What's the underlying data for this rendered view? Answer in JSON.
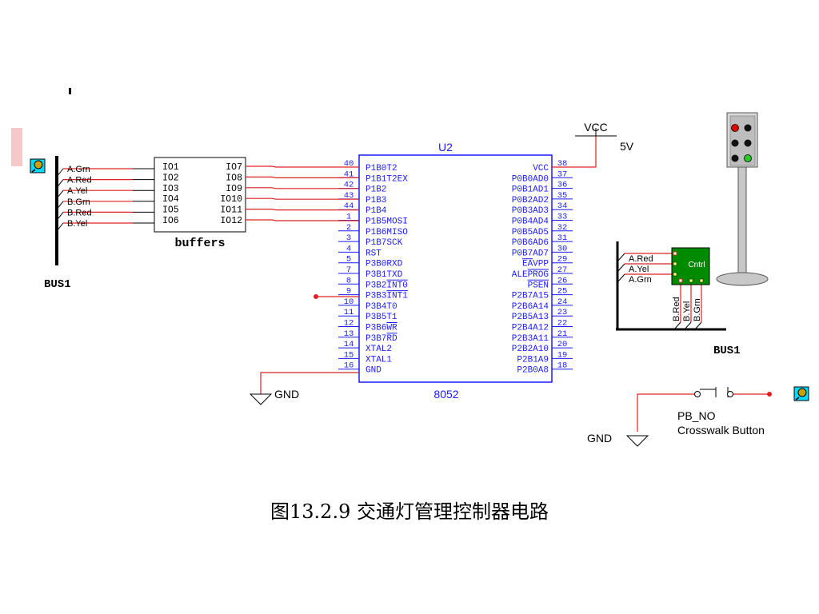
{
  "caption": "图13.2.9 交通灯管理控制器电路",
  "bus_left": {
    "label": "BUS1",
    "signals": [
      "A.Grn",
      "A.Red",
      "A.Yel",
      "B.Grn",
      "B.Red",
      "B.Yel"
    ]
  },
  "buffers": {
    "label": "buffers",
    "left_pins": [
      "IO1",
      "IO2",
      "IO3",
      "IO4",
      "IO5",
      "IO6"
    ],
    "right_pins": [
      "IO7",
      "IO8",
      "IO9",
      "IO10",
      "IO11",
      "IO12"
    ]
  },
  "mcu": {
    "ref": "U2",
    "part": "8052",
    "left_pins": [
      {
        "num": "40",
        "name": "P1B0T2"
      },
      {
        "num": "41",
        "name": "P1B1T2EX"
      },
      {
        "num": "42",
        "name": "P1B2"
      },
      {
        "num": "43",
        "name": "P1B3"
      },
      {
        "num": "44",
        "name": "P1B4"
      },
      {
        "num": "1",
        "name": "P1B5MOSI"
      },
      {
        "num": "2",
        "name": "P1B6MISO"
      },
      {
        "num": "3",
        "name": "P1B7SCK"
      },
      {
        "num": "4",
        "name": "RST"
      },
      {
        "num": "5",
        "name": "P3B0RXD"
      },
      {
        "num": "7",
        "name": "P3B1TXD"
      },
      {
        "num": "8",
        "name": "P3B2INT0"
      },
      {
        "num": "9",
        "name": "P3B3INT1"
      },
      {
        "num": "10",
        "name": "P3B4T0"
      },
      {
        "num": "11",
        "name": "P3B5T1"
      },
      {
        "num": "12",
        "name": "P3B6WR"
      },
      {
        "num": "13",
        "name": "P3B7RD"
      },
      {
        "num": "14",
        "name": "XTAL2"
      },
      {
        "num": "15",
        "name": "XTAL1"
      },
      {
        "num": "16",
        "name": "GND"
      }
    ],
    "right_pins": [
      {
        "num": "38",
        "name": "VCC"
      },
      {
        "num": "37",
        "name": "P0B0AD0"
      },
      {
        "num": "36",
        "name": "P0B1AD1"
      },
      {
        "num": "35",
        "name": "P0B2AD2"
      },
      {
        "num": "34",
        "name": "P0B3AD3"
      },
      {
        "num": "33",
        "name": "P0B4AD4"
      },
      {
        "num": "32",
        "name": "P0B5AD5"
      },
      {
        "num": "31",
        "name": "P0B6AD6"
      },
      {
        "num": "30",
        "name": "P0B7AD7"
      },
      {
        "num": "29",
        "name": "EAVPP"
      },
      {
        "num": "27",
        "name": "ALEPROG"
      },
      {
        "num": "26",
        "name": "PSEN"
      },
      {
        "num": "25",
        "name": "P2B7A15"
      },
      {
        "num": "24",
        "name": "P2B6A14"
      },
      {
        "num": "23",
        "name": "P2B5A13"
      },
      {
        "num": "22",
        "name": "P2B4A12"
      },
      {
        "num": "21",
        "name": "P2B3A11"
      },
      {
        "num": "20",
        "name": "P2B2A10"
      },
      {
        "num": "19",
        "name": "P2B1A9"
      },
      {
        "num": "18",
        "name": "P2B0A8"
      }
    ]
  },
  "power": {
    "vcc_label": "VCC",
    "voltage": "5V",
    "gnd_label": "GND"
  },
  "traffic_controller": {
    "chip_label": "Cntrl",
    "left_signals": [
      "A.Red",
      "A.Yel",
      "A.Grn"
    ],
    "bottom_signals": [
      "B.Red",
      "B.Yel",
      "B.Grn"
    ],
    "bus_label": "BUS1"
  },
  "button": {
    "name": "PB_NO",
    "description": "Crosswalk Button",
    "gnd_label": "GND"
  },
  "colors": {
    "wire": "#e02020",
    "schematic_blue": "#1a1aff",
    "chip_green": "#008a00",
    "light_red": "#e00000",
    "light_green": "#22cc22",
    "probe_bg": "#00d8ff"
  }
}
